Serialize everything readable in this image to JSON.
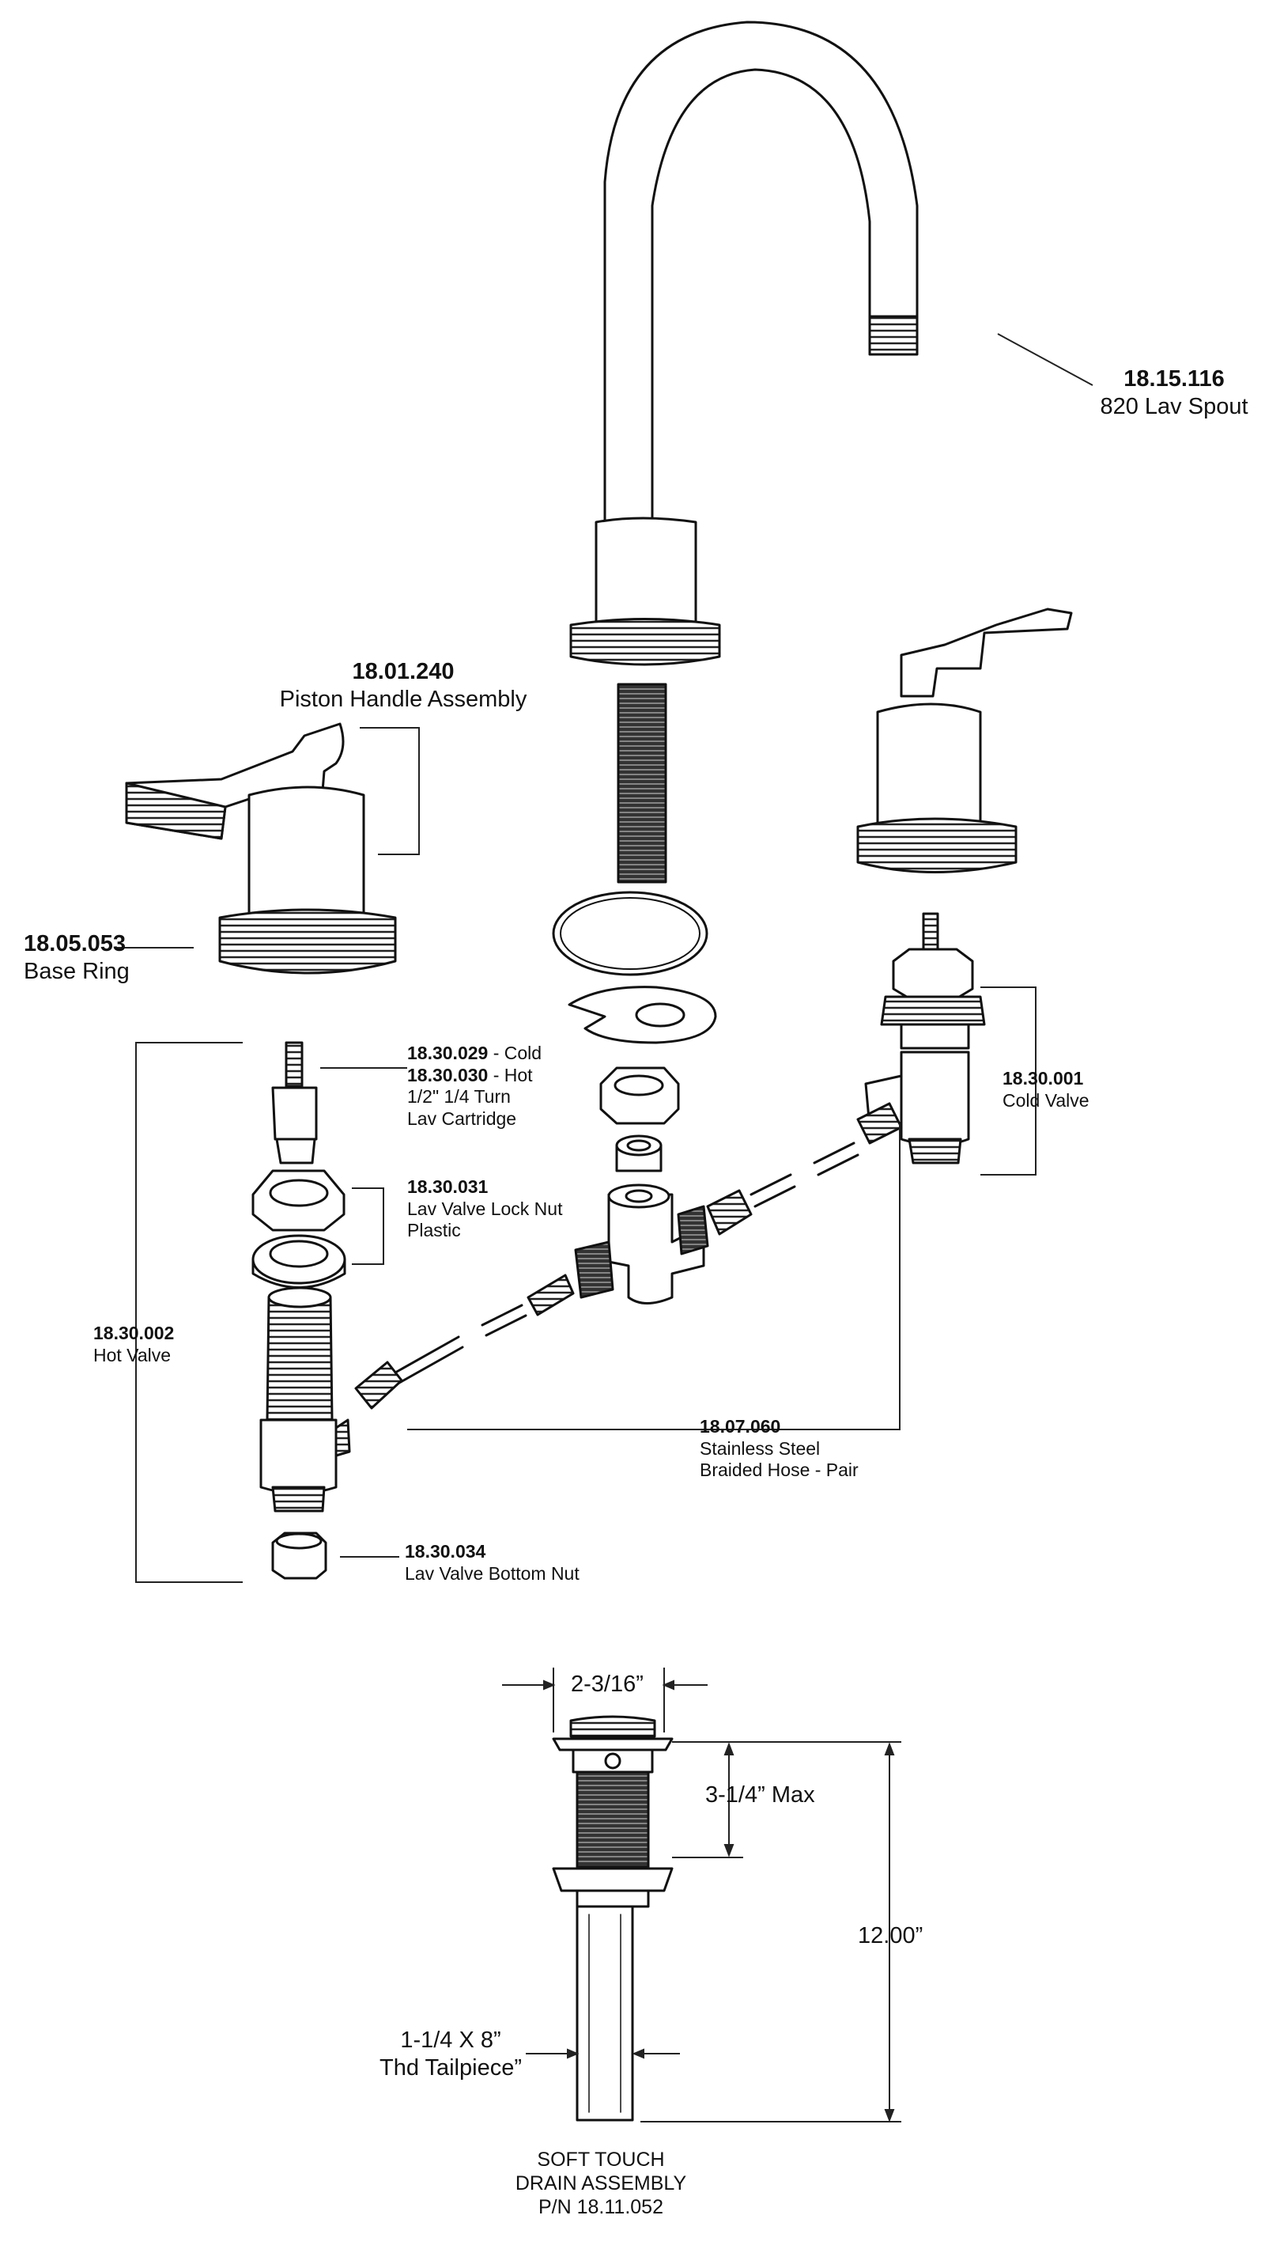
{
  "parts": {
    "spout": {
      "number": "18.15.116",
      "name": "820 Lav Spout"
    },
    "handle": {
      "number": "18.01.240",
      "name": "Piston Handle Assembly"
    },
    "base_ring": {
      "number": "18.05.053",
      "name": "Base Ring"
    },
    "cartridge": {
      "number_cold": "18.30.029",
      "cold_suffix": " - Cold",
      "number_hot": "18.30.030",
      "hot_suffix": " - Hot",
      "line1": "1/2\" 1/4 Turn",
      "line2": "Lav Cartridge"
    },
    "lock_nut": {
      "number": "18.30.031",
      "line1": "Lav Valve Lock Nut",
      "line2": "Plastic"
    },
    "cold_valve": {
      "number": "18.30.001",
      "name": "Cold Valve"
    },
    "hot_valve": {
      "number": "18.30.002",
      "name": "Hot Valve"
    },
    "hose": {
      "number": "18.07.060",
      "line1": "Stainless Steel",
      "line2": "Braided Hose - Pair"
    },
    "bottom_nut": {
      "number": "18.30.034",
      "name": "Lav Valve Bottom Nut"
    }
  },
  "drain": {
    "dim_width": "2-3/16”",
    "dim_max": "3-1/4” Max",
    "dim_height": "12.00”",
    "tailpiece_line1": "1-1/4 X 8”",
    "tailpiece_line2": "Thd Tailpiece”",
    "caption_line1": "SOFT TOUCH",
    "caption_line2": "DRAIN ASSEMBLY",
    "caption_line3": "P/N 18.11.052"
  }
}
